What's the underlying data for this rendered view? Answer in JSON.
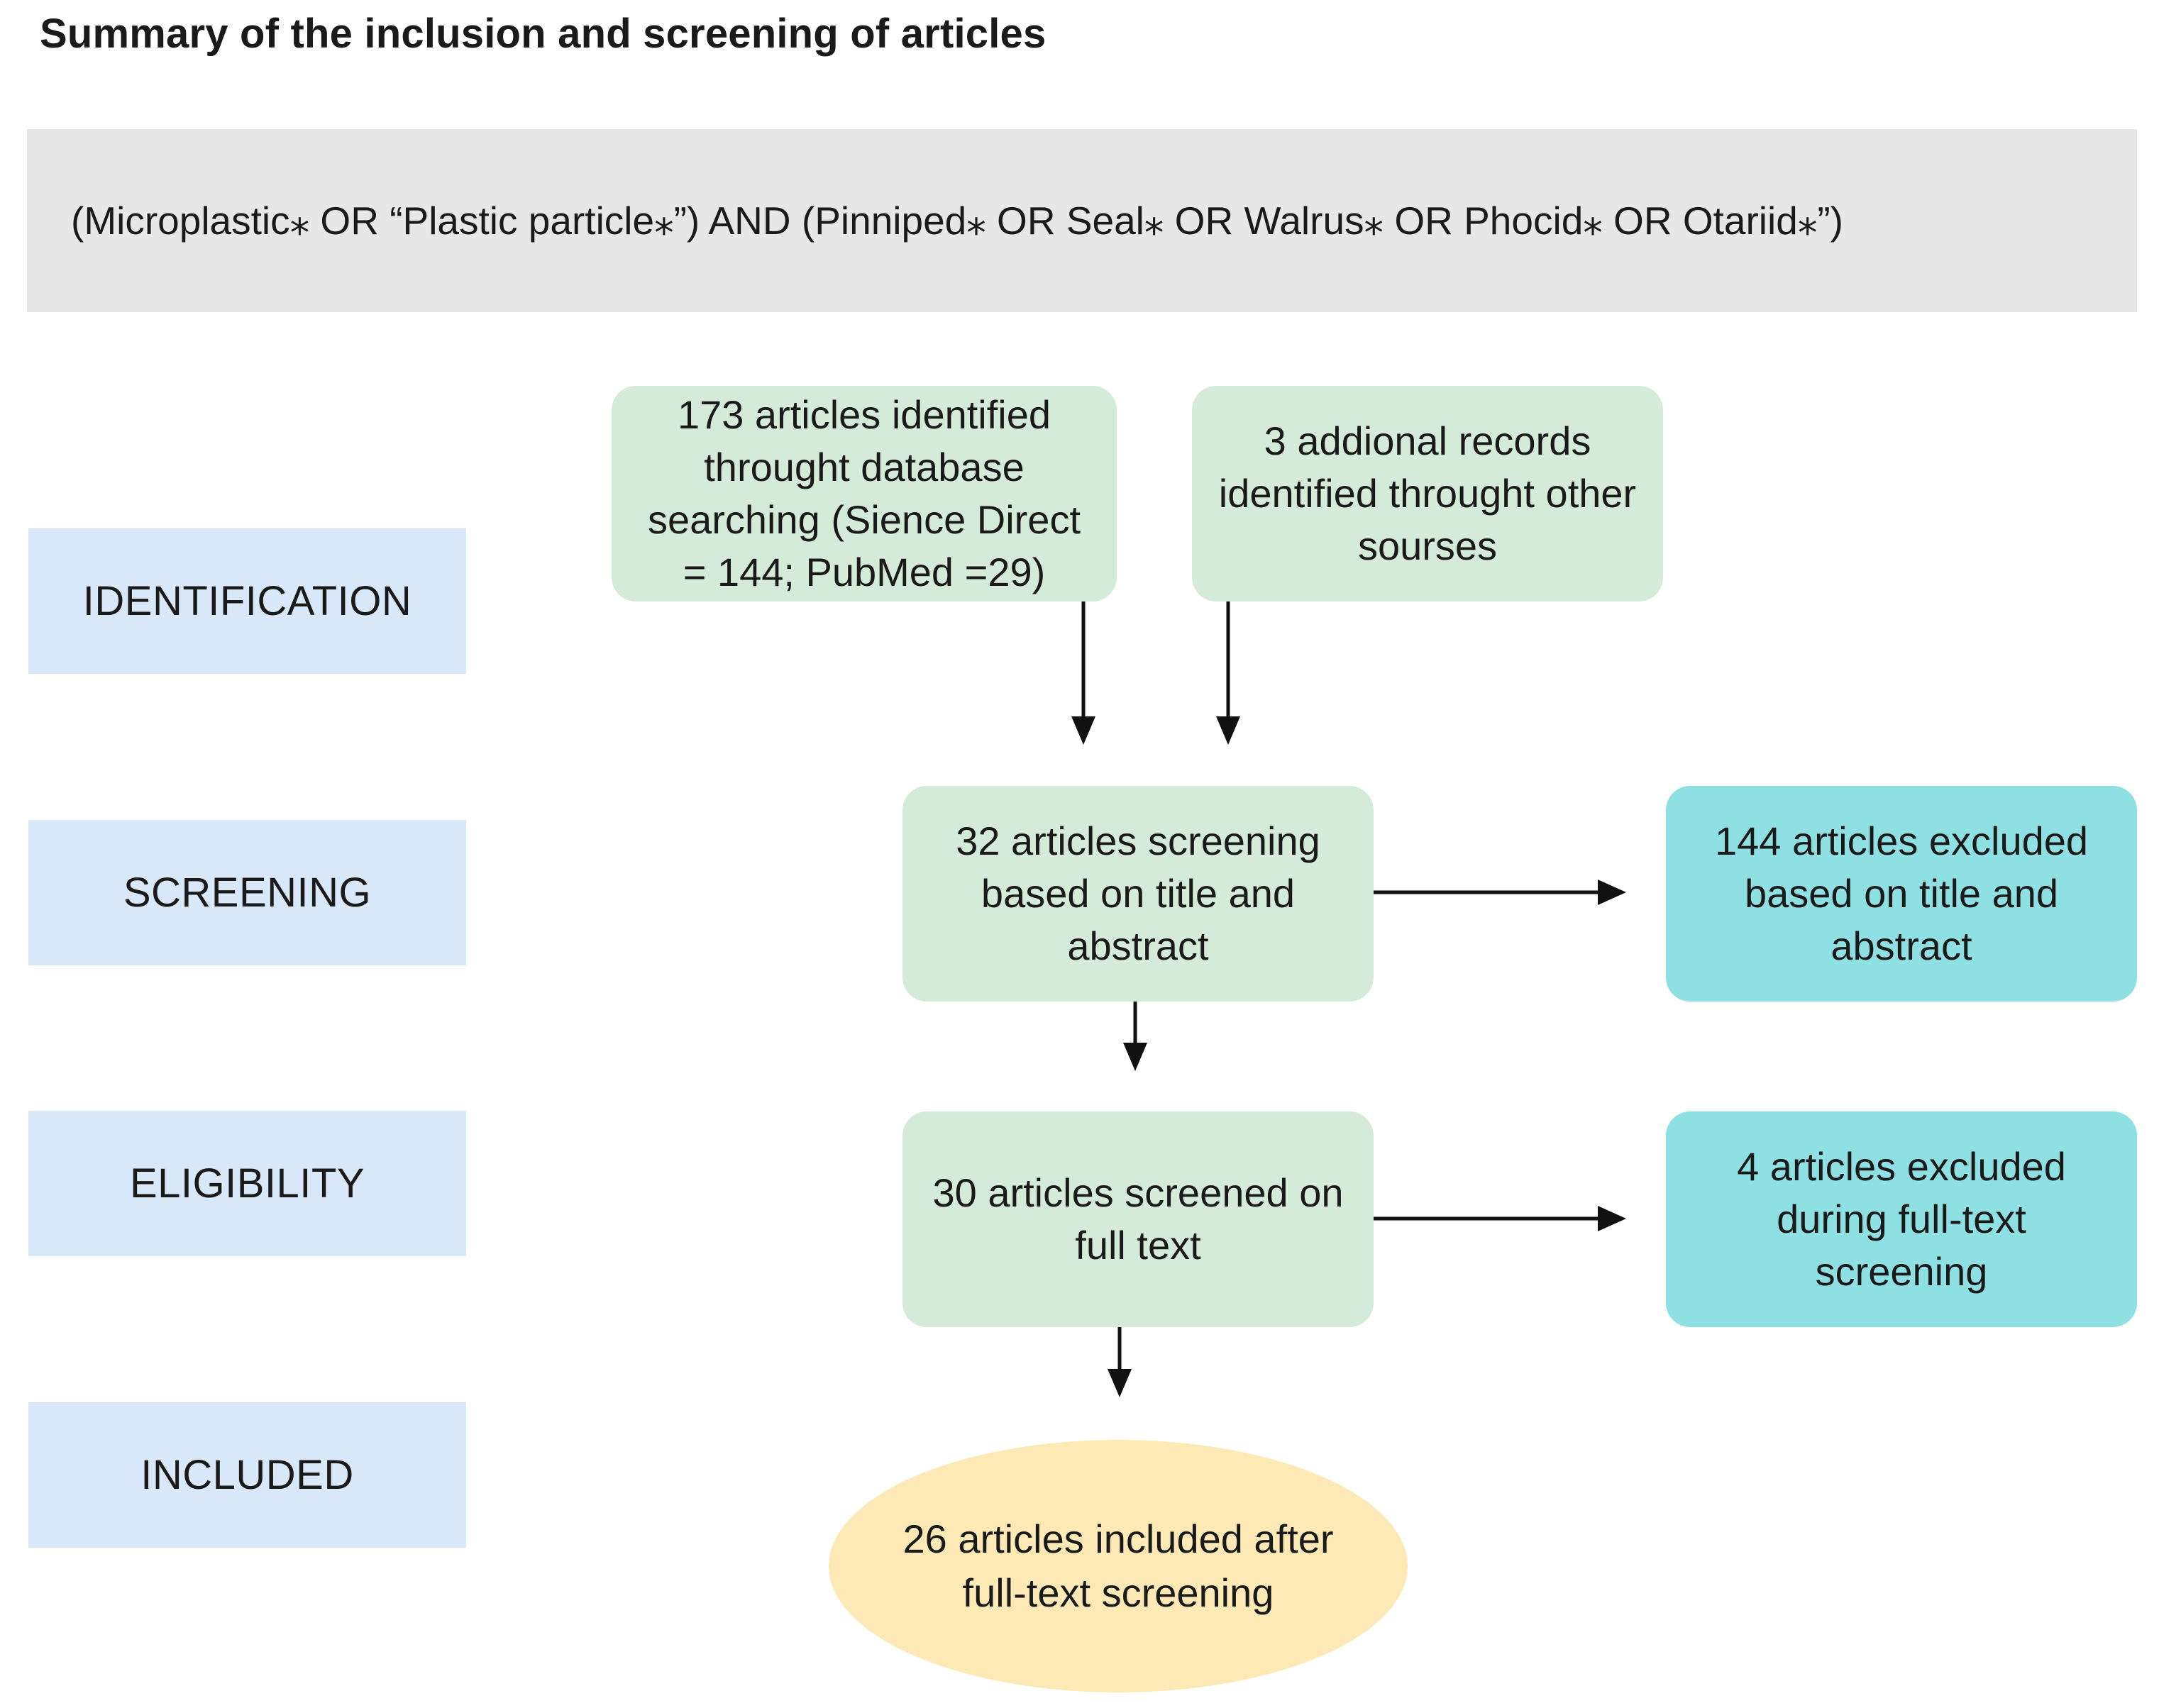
{
  "title": "Summary of the inclusion and screening of articles",
  "search_query": "(Microplastic⁎ OR “Plastic particle⁎”) AND (Pinniped⁎ OR Seal⁎ OR Walrus⁎ OR Phocid⁎ OR Otariid⁎”)",
  "stages": {
    "identification": "IDENTIFICATION",
    "screening": "SCREENING",
    "eligibility": "ELIGIBILITY",
    "included": "INCLUDED"
  },
  "boxes": {
    "database_search": {
      "line1": "173 articles identified",
      "line2": "throught database",
      "line3": "searching (Sience Direct",
      "line4": "= 144; PubMed =29)"
    },
    "other_sources": {
      "line1": "3 addional records",
      "line2": "identified throught other",
      "line3": "sourses"
    },
    "title_abstract_screening": {
      "line1": "32 articles screening",
      "line2": "based on title and",
      "line3": "abstract"
    },
    "excluded_title_abstract": {
      "line1": "144 articles excluded",
      "line2": "based on title and",
      "line3": "abstract"
    },
    "fulltext_screening": {
      "line1": "30 articles screened on",
      "line2": "full text"
    },
    "excluded_fulltext": {
      "line1": "4 articles excluded",
      "line2": "during full-text",
      "line3": "screening"
    },
    "included_final": {
      "line1": "26 articles included after",
      "line2": "full-text screening"
    }
  },
  "colors": {
    "stage_fill": "#d8e8f9",
    "process_fill": "#d5ebd9",
    "excluded_fill": "#8ee0e3",
    "included_fill": "#fce9b5",
    "query_fill": "#e7e7e7"
  }
}
